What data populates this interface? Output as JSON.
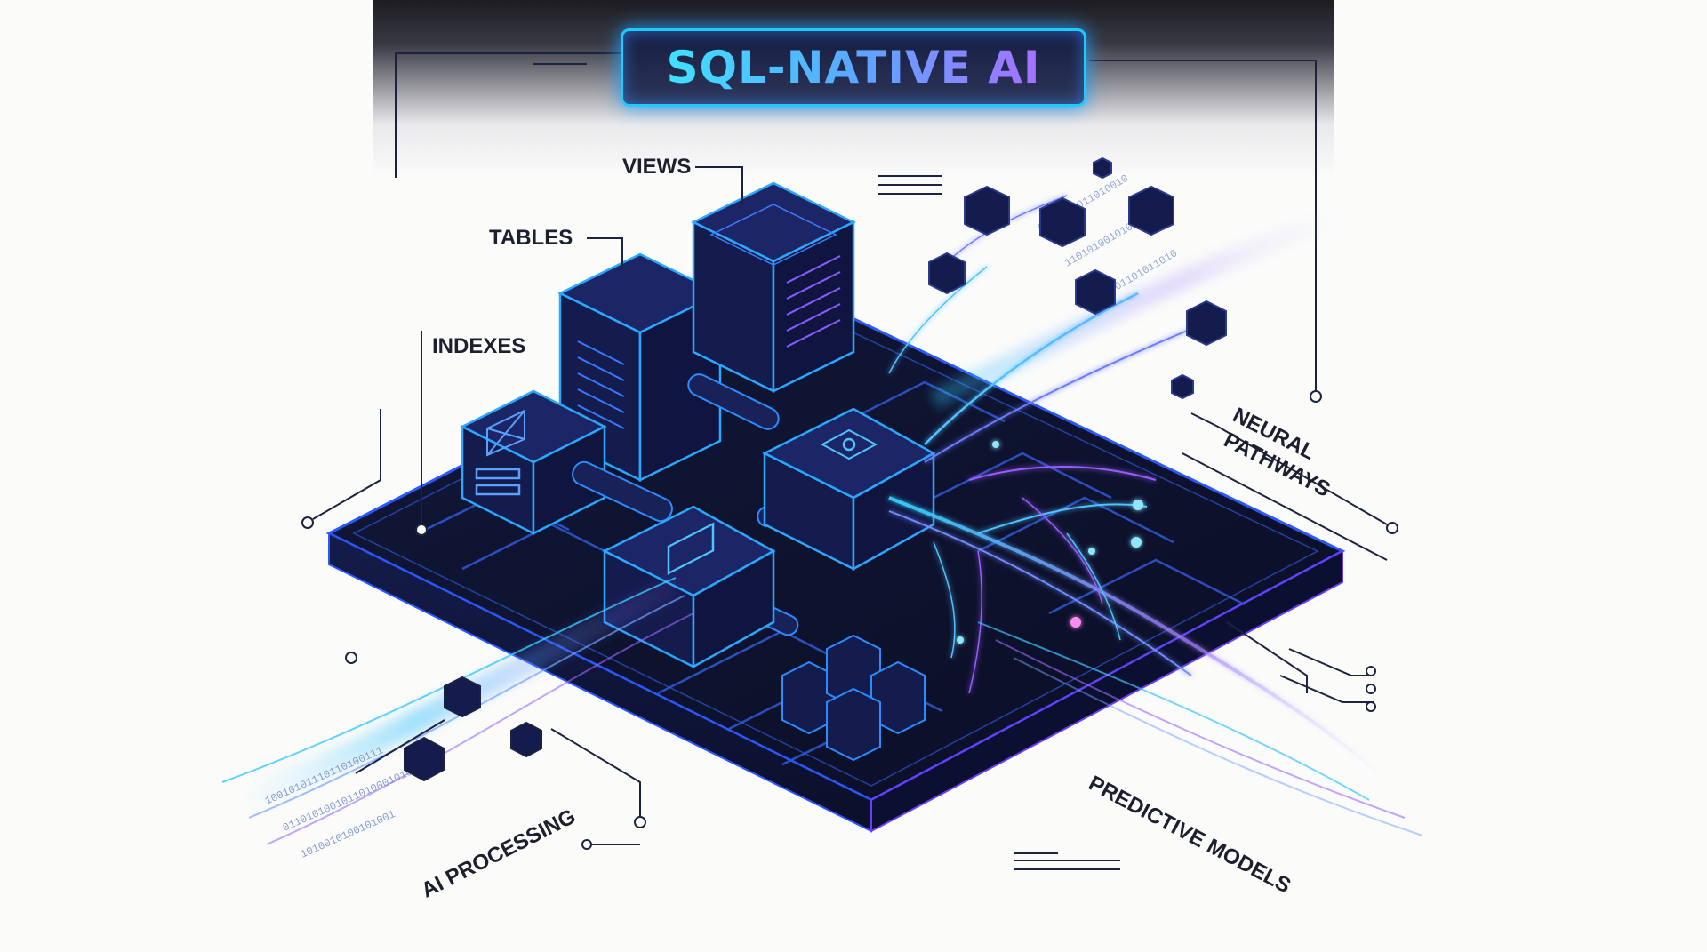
{
  "title": "SQL-NATIVE AI",
  "labels": {
    "views": "VIEWS",
    "tables": "TABLES",
    "indexes": "INDEXES",
    "neural_line1": "NEURAL",
    "neural_line2": "PATHWAYS",
    "predictive": "PREDICTIVE MODELS",
    "ai_processing": "AI PROCESSING"
  },
  "colors": {
    "board": "#0d1230",
    "board_edge": "#1e4dff",
    "glow_cyan": "#2fd6ff",
    "glow_violet": "#9a5cff",
    "ink": "#1b1f2e"
  }
}
